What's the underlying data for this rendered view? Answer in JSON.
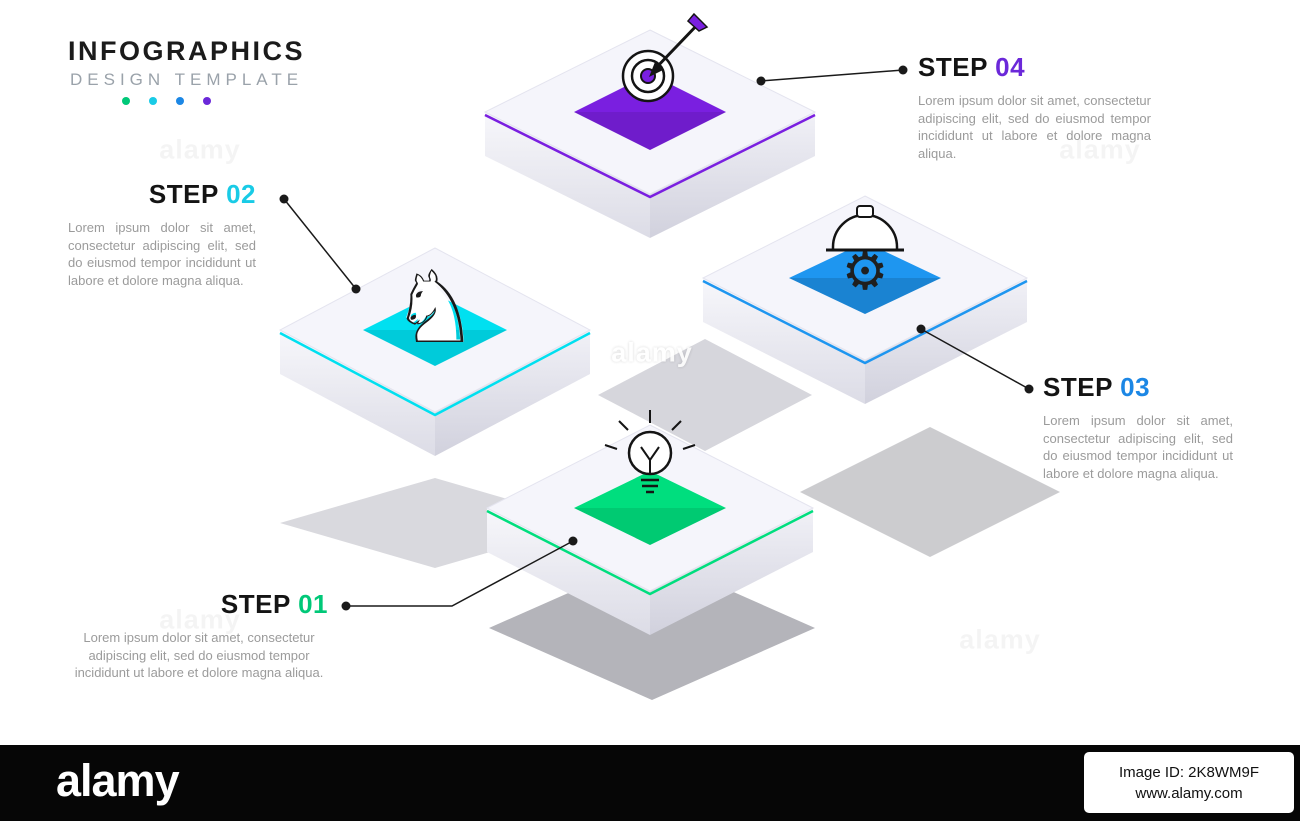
{
  "header": {
    "title": "INFOGRAPHICS",
    "subtitle": "DESIGN TEMPLATE",
    "dot_colors": [
      "#00C878",
      "#19CBE6",
      "#1C87E5",
      "#6B28D9"
    ]
  },
  "steps": [
    {
      "label": "STEP",
      "number": "01",
      "color": "#00DE7E",
      "number_color": "#00C878",
      "icon": "lightbulb-icon",
      "description": "Lorem ipsum dolor sit amet, consectetur adipiscing elit, sed do eiusmod tempor incididunt ut labore et dolore magna aliqua."
    },
    {
      "label": "STEP",
      "number": "02",
      "color": "#00E0F0",
      "number_color": "#19CBE6",
      "icon": "chess-knight-icon",
      "description": "Lorem ipsum dolor sit amet, consectetur adipiscing elit, sed do eiusmod tempor incididunt ut labore et dolore magna aliqua."
    },
    {
      "label": "STEP",
      "number": "03",
      "color": "#1E96F0",
      "number_color": "#1C87E5",
      "icon": "helmet-gear-icon",
      "description": "Lorem ipsum dolor sit amet, consectetur adipiscing elit, sed do eiusmod tempor incididunt ut labore et dolore magna aliqua."
    },
    {
      "label": "STEP",
      "number": "04",
      "color": "#7A1FE0",
      "number_color": "#6B28D9",
      "icon": "target-icon",
      "description": "Lorem ipsum dolor sit amet, consectetur adipiscing elit, sed do eiusmod tempor incididunt ut labore et dolore magna aliqua."
    }
  ],
  "watermark": "alamy",
  "footer": {
    "logo": "alamy",
    "image_id": "Image ID: 2K8WM9F",
    "website": "www.alamy.com"
  }
}
